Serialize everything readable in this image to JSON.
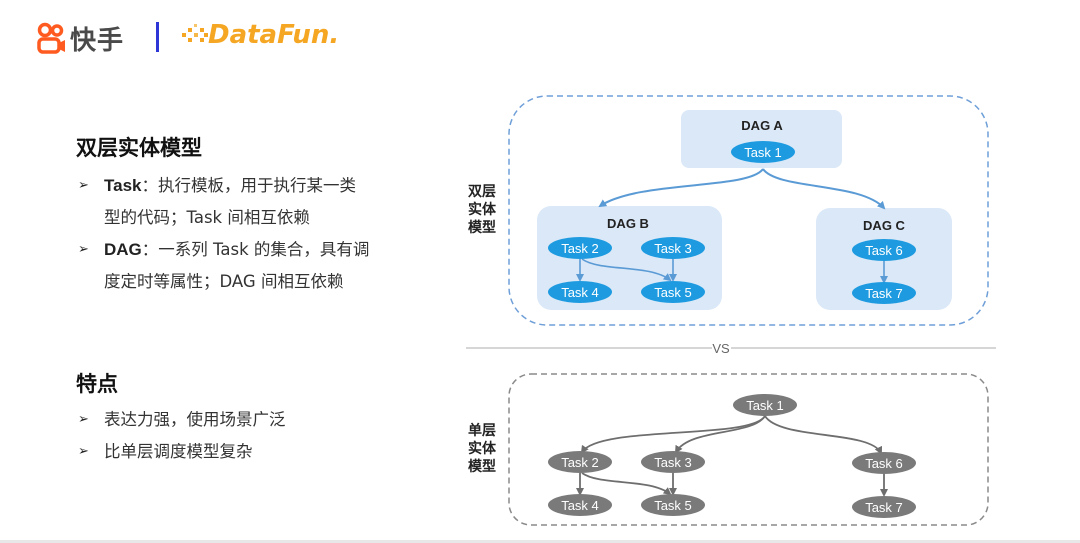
{
  "header": {
    "brand_kuaishou": "快手",
    "brand_datafun": "DataFun."
  },
  "colors": {
    "kuaishou_orange": "#ff5a1f",
    "datafun_orange": "#f5a623",
    "separator_blue": "#2f36d8",
    "dag_box_fill": "#dbe8f8",
    "task_blue": "#1e9be0",
    "edge_blue": "#5b9bd5",
    "frame_blue": "#6f9fd8",
    "task_gray": "#7a7a7a",
    "frame_gray": "#8a8a8a"
  },
  "left": {
    "section1": {
      "title": "双层实体模型",
      "bullets": [
        {
          "term": "Task",
          "lines": [
            "：执行模板，用于执行某一类",
            "型的代码；Task 间相互依赖"
          ]
        },
        {
          "term": "DAG",
          "lines": [
            "：一系列 Task 的集合，具有调",
            "度定时等属性；DAG 间相互依赖"
          ]
        }
      ]
    },
    "section2": {
      "title": "特点",
      "bullets": [
        {
          "text": "表达力强，使用场景广泛"
        },
        {
          "text": "比单层调度模型复杂"
        }
      ]
    },
    "bullet_glyph": "➢"
  },
  "diagram": {
    "double_layer": {
      "label_lines": [
        "双层",
        "实体",
        "模型"
      ],
      "dags": [
        {
          "id": "A",
          "title": "DAG A",
          "tasks": [
            "Task 1"
          ]
        },
        {
          "id": "B",
          "title": "DAG B",
          "tasks": [
            "Task 2",
            "Task 3",
            "Task 4",
            "Task 5"
          ]
        },
        {
          "id": "C",
          "title": "DAG C",
          "tasks": [
            "Task 6",
            "Task 7"
          ]
        }
      ],
      "dag_edges": [
        [
          "A",
          "B"
        ],
        [
          "A",
          "C"
        ]
      ],
      "task_edges": [
        [
          "Task 2",
          "Task 4"
        ],
        [
          "Task 2",
          "Task 5"
        ],
        [
          "Task 3",
          "Task 5"
        ],
        [
          "Task 6",
          "Task 7"
        ]
      ]
    },
    "divider_label": "VS",
    "single_layer": {
      "label_lines": [
        "单层",
        "实体",
        "模型"
      ],
      "tasks": [
        "Task 1",
        "Task 2",
        "Task 3",
        "Task 4",
        "Task 5",
        "Task 6",
        "Task 7"
      ],
      "edges": [
        [
          "Task 1",
          "Task 2"
        ],
        [
          "Task 1",
          "Task 3"
        ],
        [
          "Task 1",
          "Task 6"
        ],
        [
          "Task 2",
          "Task 4"
        ],
        [
          "Task 2",
          "Task 5"
        ],
        [
          "Task 3",
          "Task 5"
        ],
        [
          "Task 6",
          "Task 7"
        ]
      ]
    }
  }
}
